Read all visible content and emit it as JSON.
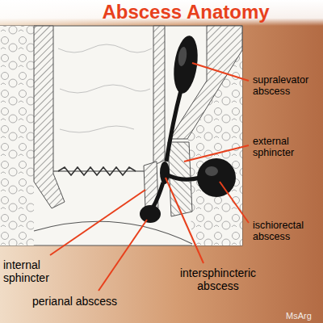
{
  "diagram": {
    "title": "Abscess Anatomy",
    "labels": [
      "supralevator abscess",
      "external sphincter",
      "ischiorectal abscess",
      "intersphincteric abscess",
      "internal sphincter",
      "perianal abscess",
      "MsArg"
    ]
  }
}
